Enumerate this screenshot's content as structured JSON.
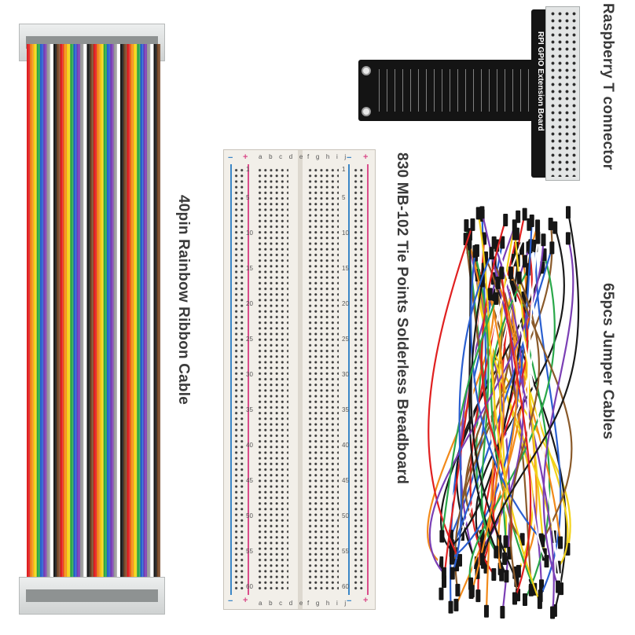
{
  "labels": {
    "ribbon": "40pin Rainbow Ribbon Cable",
    "breadboard": "830 MB-102 Tie Points Solderless Breadboard",
    "jumpers": "65pcs Jumper Cables",
    "tconnector": "Raspberry T connector"
  },
  "tboard": {
    "silkscreen": "RPI GPIO Extension Board"
  },
  "breadboard": {
    "row_numbers": [
      "1",
      "5",
      "10",
      "15",
      "20",
      "25",
      "30",
      "35",
      "40",
      "45",
      "50",
      "55",
      "60"
    ],
    "columns_left": "a b c d e",
    "columns_right": "f g h i j",
    "plus": "+",
    "minus": "−"
  },
  "colors": {
    "ribbon_wires": [
      "#7a4a2a",
      "#e02020",
      "#f28a1a",
      "#f3d21a",
      "#2aa84a",
      "#2a5fd0",
      "#7b3fb5",
      "#9a9a9a",
      "#ffffff",
      "#1a1a1a"
    ],
    "jumper_wires": [
      "#1a1a1a",
      "#e02020",
      "#f28a1a",
      "#f3d21a",
      "#2aa84a",
      "#2a5fd0",
      "#7b3fb5",
      "#8a5a2a",
      "#ffffff"
    ],
    "rail_red": "#d94c8a",
    "rail_blue": "#3b86c6",
    "board_black": "#141414"
  }
}
